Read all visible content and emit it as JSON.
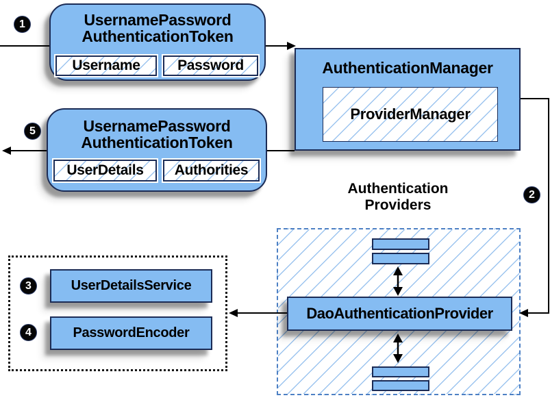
{
  "colors": {
    "node_fill": "#85bcf2",
    "node_border": "#1b2b55",
    "hatch_line": "#9cc4ef",
    "providers_dashed_border": "#4d80c4",
    "arrow": "#000000",
    "badge_bg": "#060606",
    "badge_text": "#ffffff"
  },
  "badges": {
    "step1": "1",
    "step2": "2",
    "step3": "3",
    "step4": "4",
    "step5": "5"
  },
  "nodes": {
    "request_token": {
      "title_line1": "UsernamePassword",
      "title_line2": "AuthenticationToken",
      "field_left": "Username",
      "field_right": "Password"
    },
    "authentication_manager": {
      "title": "AuthenticationManager",
      "inner_label": "ProviderManager"
    },
    "response_token": {
      "title_line1": "UsernamePassword",
      "title_line2": "AuthenticationToken",
      "field_left": "UserDetails",
      "field_right": "Authorities"
    },
    "authentication_providers": {
      "title_line1": "Authentication",
      "title_line2": "Providers"
    },
    "dao_authentication_provider": {
      "label": "DaoAuthenticationProvider"
    },
    "user_details_service": {
      "label": "UserDetailsService"
    },
    "password_encoder": {
      "label": "PasswordEncoder"
    }
  }
}
